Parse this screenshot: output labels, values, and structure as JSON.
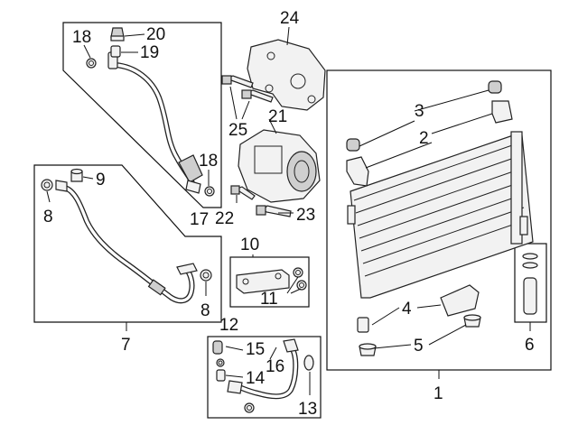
{
  "callouts": {
    "c1": "1",
    "c2": "2",
    "c3": "3",
    "c4": "4",
    "c5": "5",
    "c6": "6",
    "c7": "7",
    "c8a": "8",
    "c8b": "8",
    "c9": "9",
    "c10": "10",
    "c11": "11",
    "c12": "12",
    "c13": "13",
    "c14": "14",
    "c15": "15",
    "c16": "16",
    "c17": "17",
    "c18a": "18",
    "c18b": "18",
    "c19": "19",
    "c20": "20",
    "c21": "21",
    "c22": "22",
    "c23": "23",
    "c24": "24",
    "c25": "25"
  },
  "colors": {
    "line": "#111111",
    "part_fill": "#f2f2f2",
    "background": "#ffffff"
  }
}
